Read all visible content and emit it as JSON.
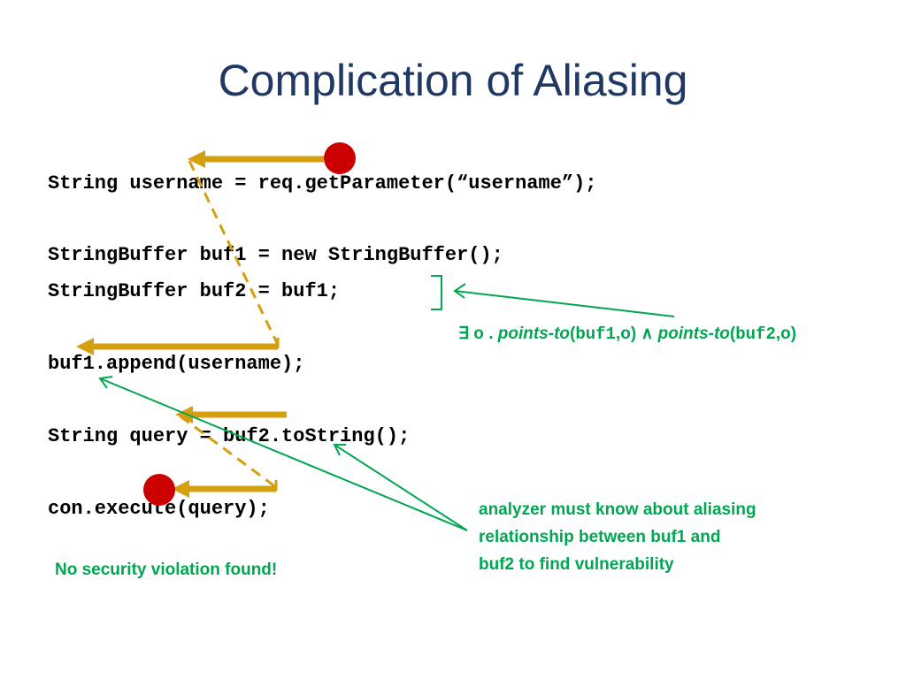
{
  "slide": {
    "title": "Complication of Aliasing"
  },
  "code_lines": [
    "String username = req.getParameter(“username”);",
    "StringBuffer buf1 = new StringBuffer();",
    "StringBuffer buf2 = buf1;",
    "buf1.append(username);",
    "String query = buf2.toString();",
    "con.execute(query);"
  ],
  "formula": {
    "exists": "∃",
    "o": "o",
    "dot": ".",
    "points_to_1": "points-to",
    "open1": "(",
    "var1": "buf1",
    "arg1": ",o)",
    "and": "∧",
    "points_to_2": "points-to",
    "open2": "(",
    "var2": "buf2",
    "arg2": ",o)"
  },
  "notes": {
    "analyzer_line1": "analyzer must know about aliasing",
    "analyzer_line2": "relationship  between buf1 and",
    "analyzer_line3": "buf2 to find vulnerability",
    "no_violation": "No security violation found!"
  },
  "colors": {
    "title": "#1f3864",
    "taint_arrow": "#d4a00f",
    "taint_dot": "#cc0000",
    "annotation": "#00a651"
  }
}
